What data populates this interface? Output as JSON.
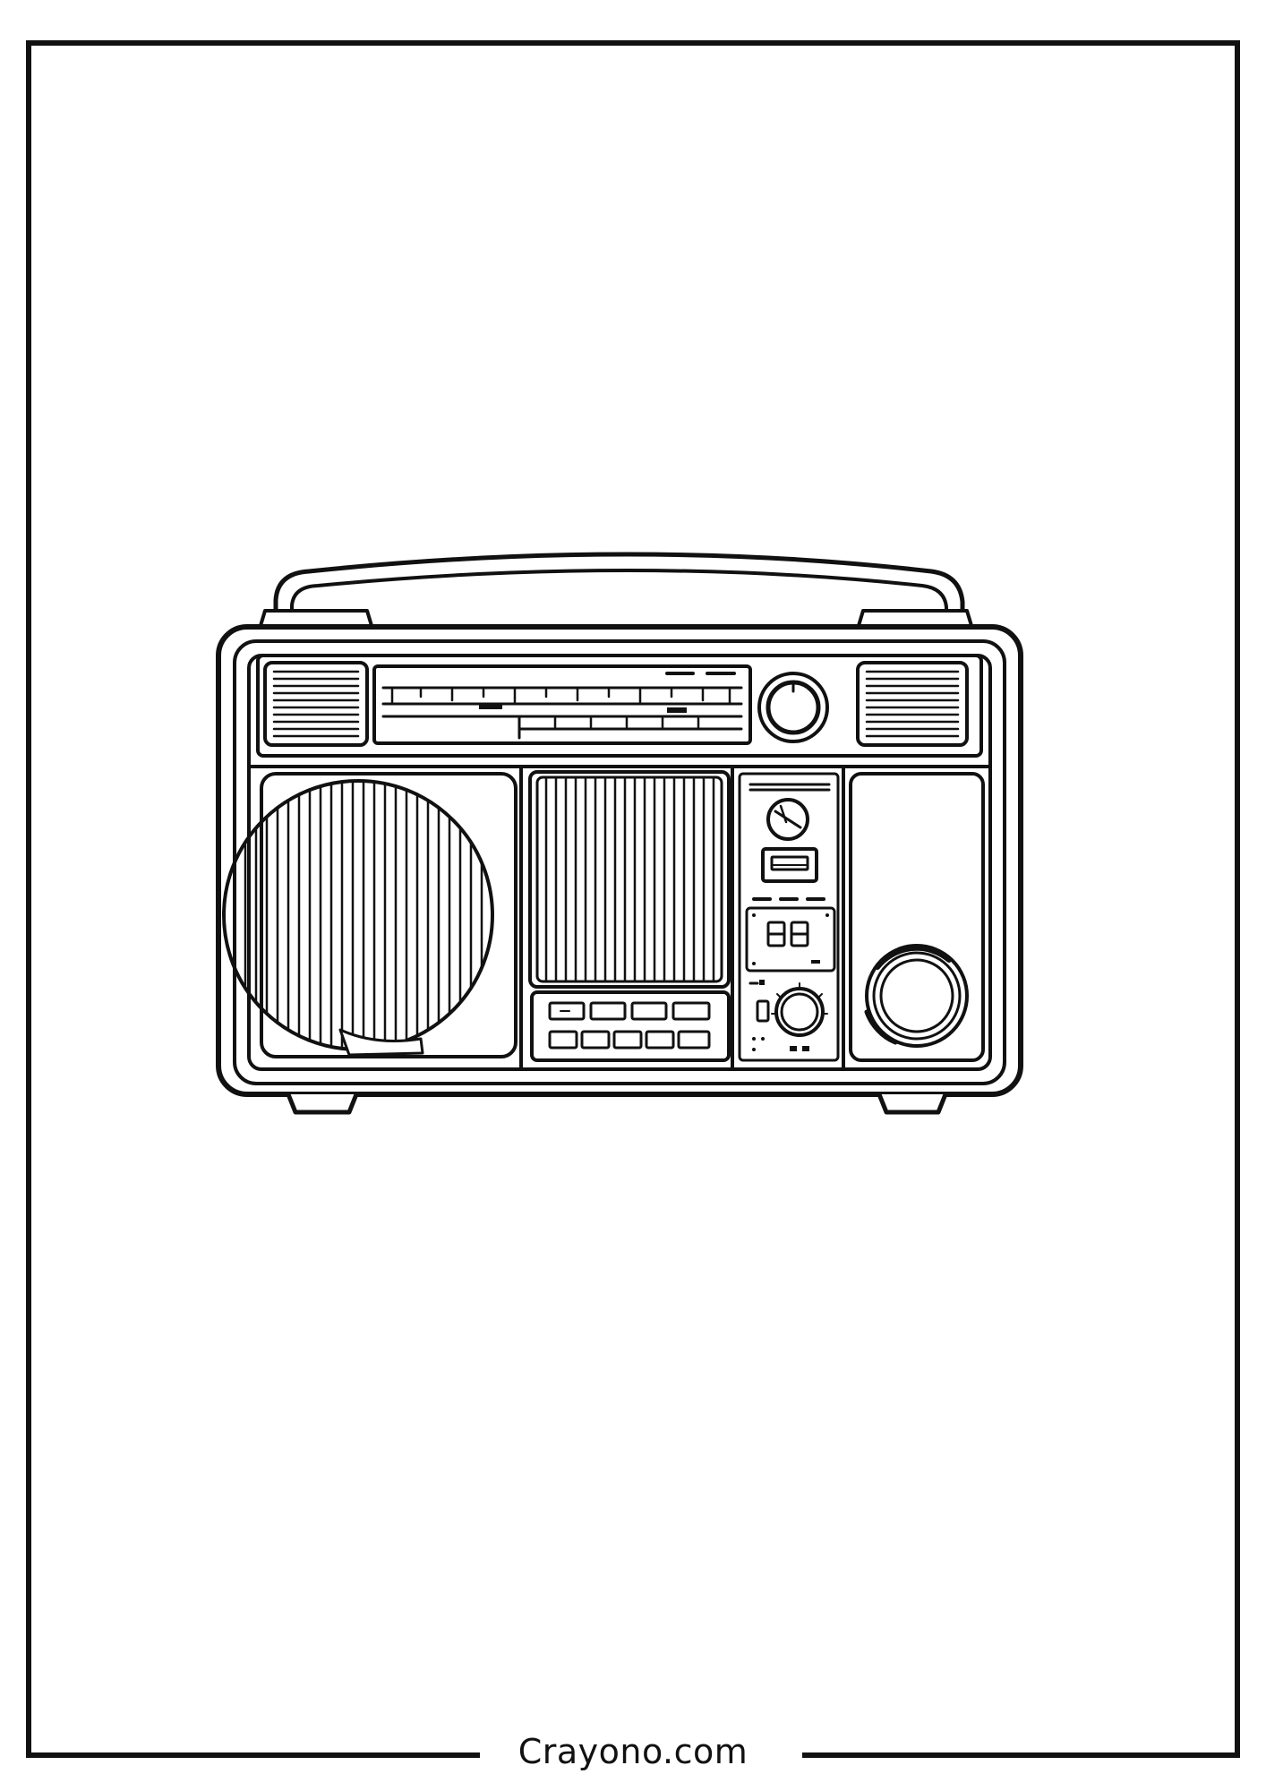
{
  "footer": {
    "site_name": "Crayono.com"
  },
  "illustration": {
    "subject": "retro-radio",
    "style": "black line art coloring page",
    "display_digits": "88"
  },
  "colors": {
    "ink": "#111111",
    "paper": "#ffffff"
  }
}
